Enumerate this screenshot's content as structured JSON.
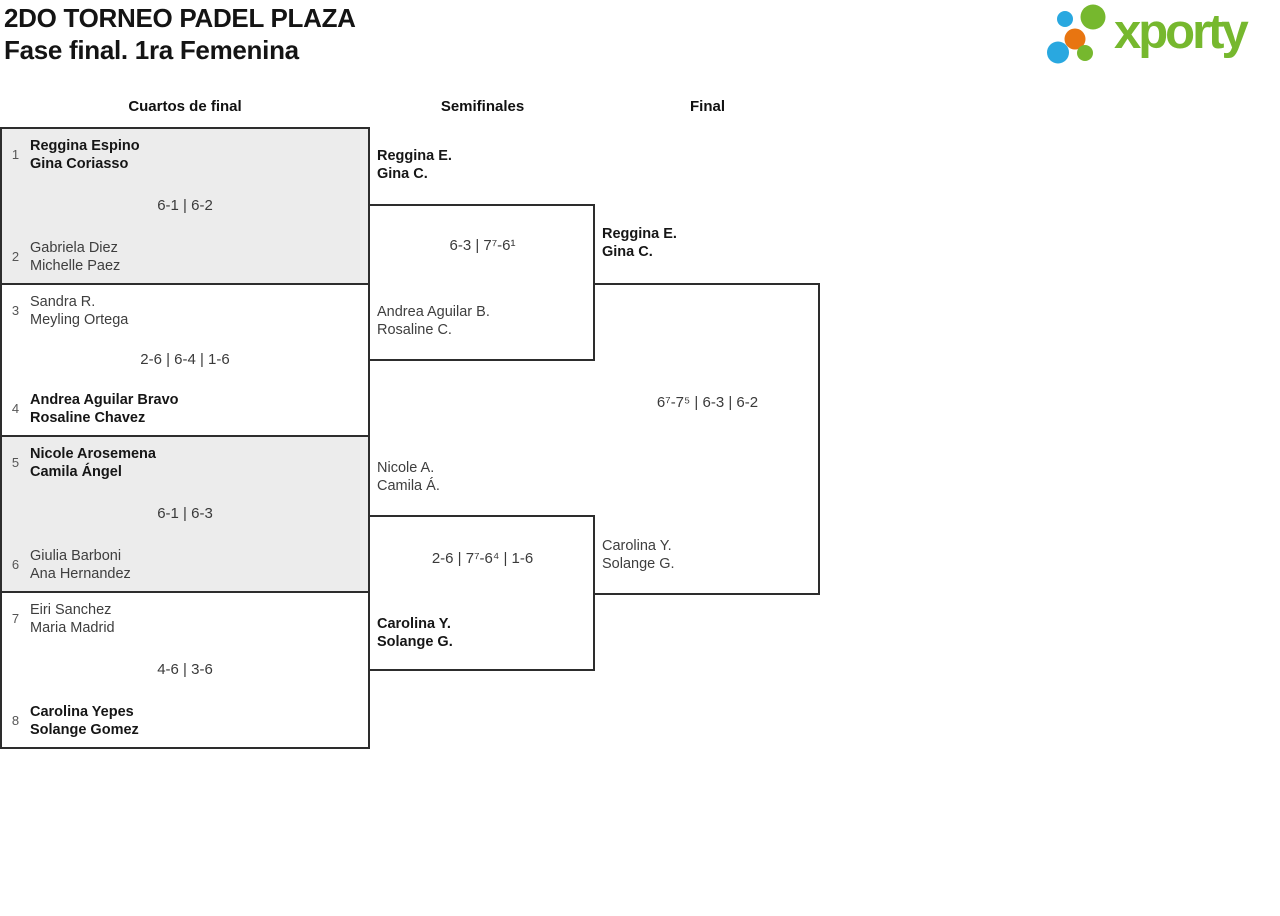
{
  "header": {
    "title": "2DO TORNEO PADEL PLAZA",
    "subtitle": "Fase final. 1ra Femenina"
  },
  "logo": {
    "brand": "xporty",
    "colors": {
      "green": "#76b82e",
      "blue": "#29a8e0",
      "orange": "#e87511"
    }
  },
  "rounds": {
    "quarterfinals_label": "Cuartos de final",
    "semifinals_label": "Semifinales",
    "final_label": "Final"
  },
  "quarterfinals": [
    {
      "seed_top": "1",
      "team_top": [
        "Reggina Espino",
        "Gina Coriasso"
      ],
      "score": "6-1 | 6-2",
      "seed_bottom": "2",
      "team_bottom": [
        "Gabriela Diez",
        "Michelle Paez"
      ],
      "winner": "top"
    },
    {
      "seed_top": "3",
      "team_top": [
        "Sandra R.",
        "Meyling Ortega"
      ],
      "score": "2-6 | 6-4 | 1-6",
      "seed_bottom": "4",
      "team_bottom": [
        "Andrea Aguilar Bravo",
        "Rosaline Chavez"
      ],
      "winner": "bottom"
    },
    {
      "seed_top": "5",
      "team_top": [
        "Nicole Arosemena",
        "Camila Ángel"
      ],
      "score": "6-1 | 6-3",
      "seed_bottom": "6",
      "team_bottom": [
        "Giulia Barboni",
        "Ana Hernandez"
      ],
      "winner": "top"
    },
    {
      "seed_top": "7",
      "team_top": [
        "Eiri Sanchez",
        "Maria Madrid"
      ],
      "score": "4-6 | 3-6",
      "seed_bottom": "8",
      "team_bottom": [
        "Carolina Yepes",
        "Solange Gomez"
      ],
      "winner": "bottom"
    }
  ],
  "semifinals": [
    {
      "team_top": [
        "Reggina E.",
        "Gina C."
      ],
      "score": "6-3 | 7⁷-6¹",
      "team_bottom": [
        "Andrea Aguilar B.",
        "Rosaline C."
      ],
      "winner": "top"
    },
    {
      "team_top": [
        "Nicole A.",
        "Camila Á."
      ],
      "score": "2-6 | 7⁷-6⁴ | 1-6",
      "team_bottom": [
        "Carolina Y.",
        "Solange G."
      ],
      "winner": "bottom"
    }
  ],
  "final": {
    "team_top": [
      "Reggina E.",
      "Gina C."
    ],
    "score": "6⁷-7⁵ | 6-3 | 6-2",
    "team_bottom": [
      "Carolina Y.",
      "Solange G."
    ],
    "winner": "top"
  }
}
